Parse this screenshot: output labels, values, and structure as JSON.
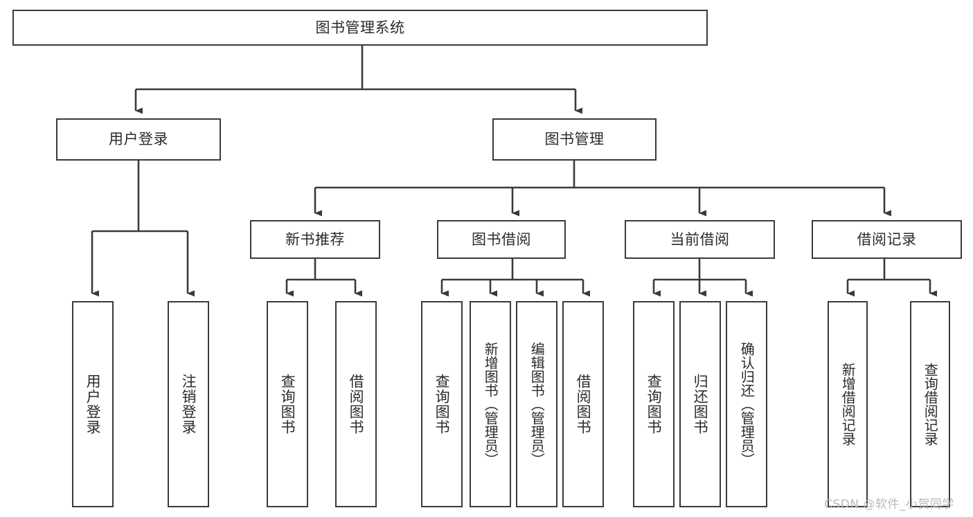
{
  "diagram": {
    "title": "图书管理系统",
    "type": "tree",
    "root": {
      "id": "root",
      "label": "图书管理系统"
    },
    "level2": [
      {
        "id": "user-login",
        "label": "用户登录"
      },
      {
        "id": "book-manage",
        "label": "图书管理"
      }
    ],
    "level3": [
      {
        "id": "new-book-recommend",
        "label": "新书推荐",
        "parent": "book-manage"
      },
      {
        "id": "book-borrow",
        "label": "图书借阅",
        "parent": "book-manage"
      },
      {
        "id": "current-borrow",
        "label": "当前借阅",
        "parent": "book-manage"
      },
      {
        "id": "borrow-record",
        "label": "借阅记录",
        "parent": "book-manage"
      }
    ],
    "leaves": {
      "user-login": [
        {
          "id": "leaf-user-login",
          "label": "用户登录"
        },
        {
          "id": "leaf-user-logout",
          "label": "注销登录"
        }
      ],
      "new-book-recommend": [
        {
          "id": "leaf-query-book-1",
          "label": "查询图书"
        },
        {
          "id": "leaf-borrow-book-1",
          "label": "借阅图书"
        }
      ],
      "book-borrow": [
        {
          "id": "leaf-query-book-2",
          "label": "查询图书"
        },
        {
          "id": "leaf-add-book",
          "label": "新增图书（管理员）"
        },
        {
          "id": "leaf-edit-book",
          "label": "编辑图书（管理员）"
        },
        {
          "id": "leaf-borrow-book-2",
          "label": "借阅图书"
        }
      ],
      "current-borrow": [
        {
          "id": "leaf-query-book-3",
          "label": "查询图书"
        },
        {
          "id": "leaf-return-book",
          "label": "归还图书"
        },
        {
          "id": "leaf-confirm-return",
          "label": "确认归还（管理员）"
        }
      ],
      "borrow-record": [
        {
          "id": "leaf-add-record",
          "label": "新增借阅记录"
        },
        {
          "id": "leaf-query-record",
          "label": "查询借阅记录"
        }
      ]
    },
    "colors": {
      "stroke": "#3a3a3a",
      "fill": "#ffffff",
      "text": "#2b2b2b",
      "watermark": "#b9b9b9"
    }
  },
  "watermark": {
    "text": "CSDN @软件_小贺同学"
  }
}
